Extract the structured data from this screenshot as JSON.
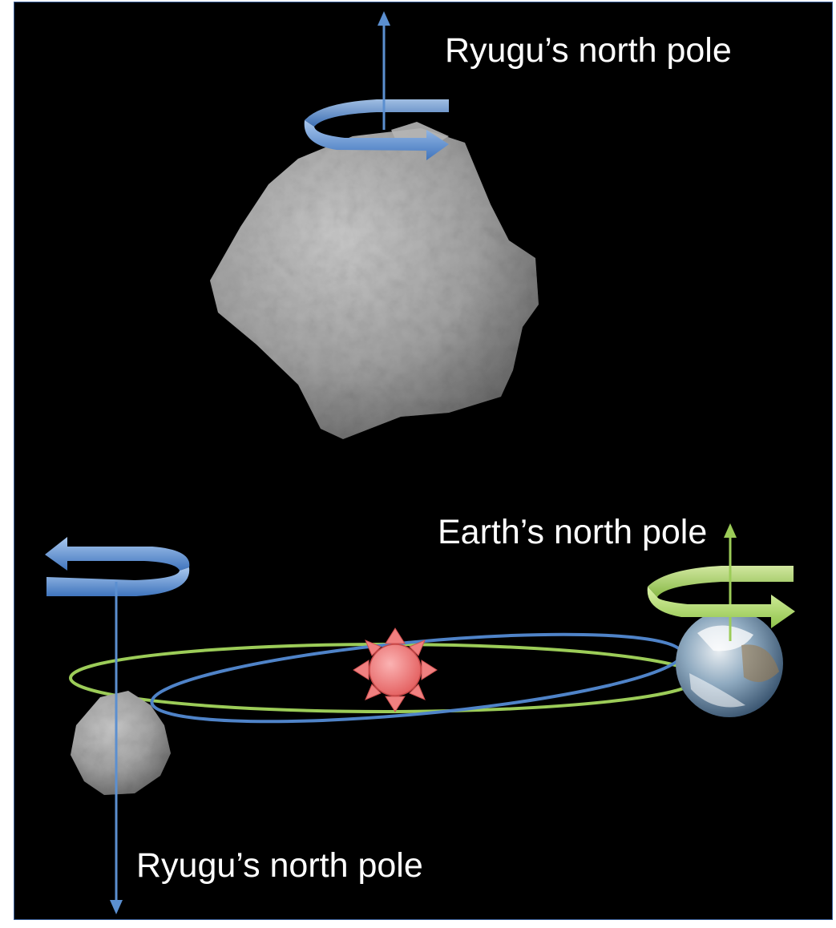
{
  "labels": {
    "ryugu_pole_top": "Ryugu’s north pole",
    "earth_pole": "Earth’s north pole",
    "ryugu_pole_bottom": "Ryugu’s north pole"
  },
  "colors": {
    "background": "#000000",
    "ryugu_spin_arrow": "#5b8fd0",
    "earth_spin_arrow": "#a3d15a",
    "ryugu_orbit": "#4f83c8",
    "earth_orbit": "#9ccc58",
    "sun": "#e86b6b",
    "asteroid": "#9a9a9a"
  },
  "icons": {
    "sun": "sun-icon",
    "earth": "earth-icon",
    "asteroid": "asteroid-ryugu"
  }
}
